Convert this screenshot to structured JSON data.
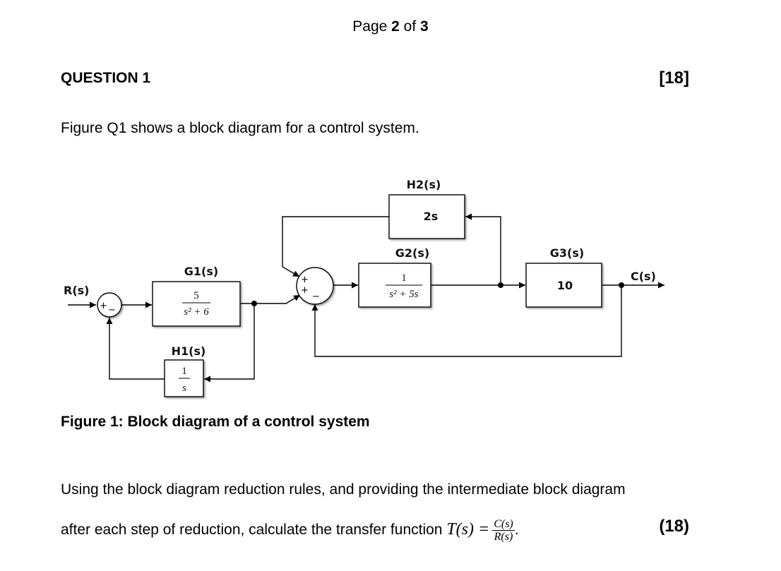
{
  "header": {
    "page_prefix": "Page ",
    "page_current": "2",
    "page_mid": " of ",
    "page_total": "3"
  },
  "question": {
    "title": "QUESTION 1",
    "marks": "[18]",
    "intro": "Figure Q1 shows a block diagram for a control system."
  },
  "diagram": {
    "input_label": "R(s)",
    "output_label": "C(s)",
    "blocks": {
      "G1": {
        "label": "G1(s)",
        "numerator": "5",
        "denominator": "s² + 6"
      },
      "H1": {
        "label": "H1(s)",
        "numerator": "1",
        "denominator": "s"
      },
      "G2": {
        "label": "G2(s)",
        "numerator": "1",
        "denominator": "s² + 5s"
      },
      "H2": {
        "label": "H2(s)",
        "value": "2s"
      },
      "G3": {
        "label": "G3(s)",
        "value": "10"
      }
    },
    "summing_junctions": [
      {
        "id": "S1",
        "signs": [
          "+",
          "−"
        ]
      },
      {
        "id": "S2",
        "signs": [
          "+",
          "+",
          "−"
        ]
      }
    ],
    "caption": "Figure 1: Block diagram of a control system"
  },
  "task": {
    "line1": "Using the block diagram reduction rules, and providing the intermediate block diagram",
    "line2": "after each step of reduction, calculate the transfer function ",
    "tf_symbol": "T(s) =",
    "tf_num": "C(s)",
    "tf_den": "R(s)",
    "tf_end": ".",
    "marks": "(18)"
  }
}
